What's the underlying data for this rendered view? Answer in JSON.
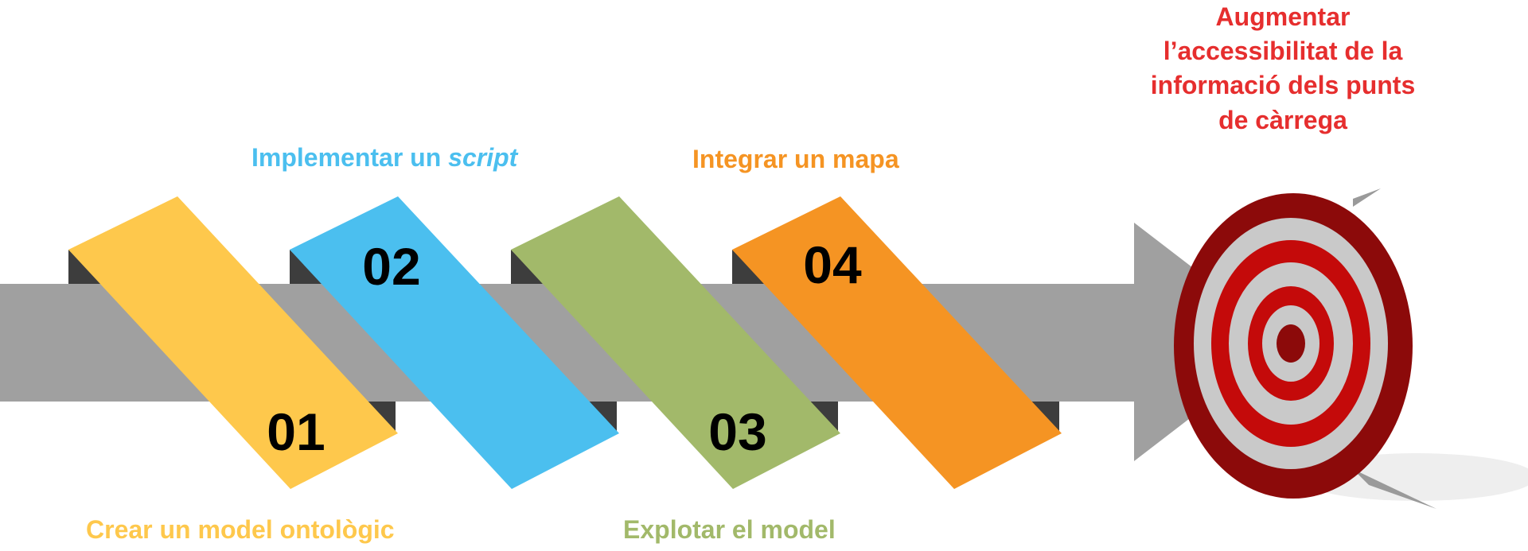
{
  "colors": {
    "arrow": "#a0a0a0",
    "shadow": "#3d3d3d",
    "step1": "#fec84c",
    "step2": "#4bbfef",
    "step3": "#a2b96a",
    "step4": "#f59423",
    "goal": "#e62e2e",
    "target_dark": "#8c0a0a",
    "target_red": "#c40a0a",
    "target_silver": "#c9c9c9"
  },
  "steps": [
    {
      "number": "01",
      "label": "Crear un model ontològic",
      "color_key": "step1"
    },
    {
      "number": "02",
      "label_plain": "Implementar un ",
      "label_italic": "script",
      "color_key": "step2"
    },
    {
      "number": "03",
      "label": "Explotar el model",
      "color_key": "step3"
    },
    {
      "number": "04",
      "label": "Integrar un mapa",
      "color_key": "step4"
    }
  ],
  "goal": {
    "lines": [
      "Augmentar",
      "l’accessibilitat de la",
      "informació dels punts",
      "de càrrega"
    ],
    "icon": "target-icon"
  }
}
